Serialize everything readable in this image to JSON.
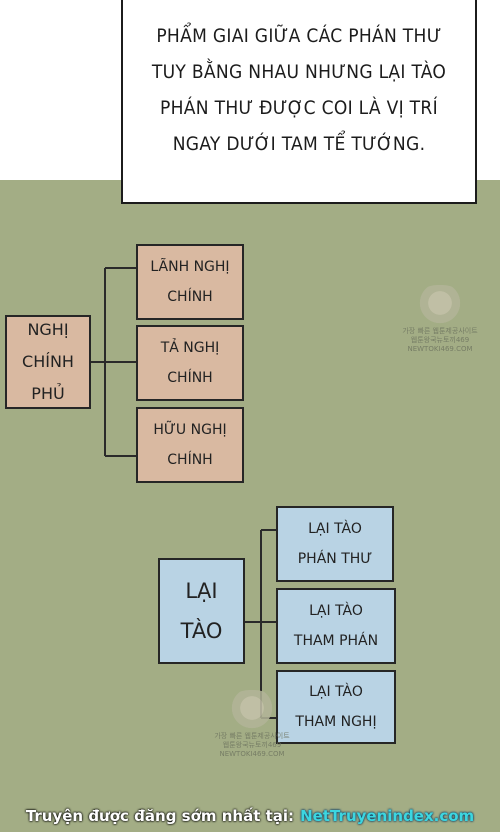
{
  "narration": {
    "lines": [
      "PHẨM GIAI GIỮA CÁC PHÁN THƯ",
      "TUY BẰNG NHAU NHƯNG LẠI TÀO",
      "PHÁN THƯ ĐƯỢC COI LÀ VỊ TRÍ",
      "NGAY DƯỚI TAM TỂ TƯỚNG."
    ]
  },
  "chart1": {
    "root": [
      "NGHỊ",
      "CHÍNH",
      "PHỦ"
    ],
    "children": [
      [
        "LÃNH NGHỊ",
        "CHÍNH"
      ],
      [
        "TẢ NGHỊ",
        "CHÍNH"
      ],
      [
        "HỮU NGHỊ",
        "CHÍNH"
      ]
    ]
  },
  "chart2": {
    "root": [
      "LẠI",
      "TÀO"
    ],
    "children": [
      [
        "LẠI TÀO",
        "PHÁN THƯ"
      ],
      [
        "LẠI TÀO",
        "THAM PHÁN"
      ],
      [
        "LẠI TÀO",
        "THAM NGHỊ"
      ]
    ]
  },
  "watermark": {
    "line1": "가장 빠른 웹툰제공사이트",
    "line2": "웹툰왕국뉴토끼469",
    "line3": "NEWTOKI469.COM"
  },
  "footer": {
    "lead": "Truyện được đăng sớm nhất tại:",
    "site": "NetTruyenindex.com"
  },
  "colors": {
    "background": "#a3ad85",
    "tan_box": "#d9b9a1",
    "blue_box": "#b9d3e4",
    "site_link": "#3cd6e0"
  }
}
